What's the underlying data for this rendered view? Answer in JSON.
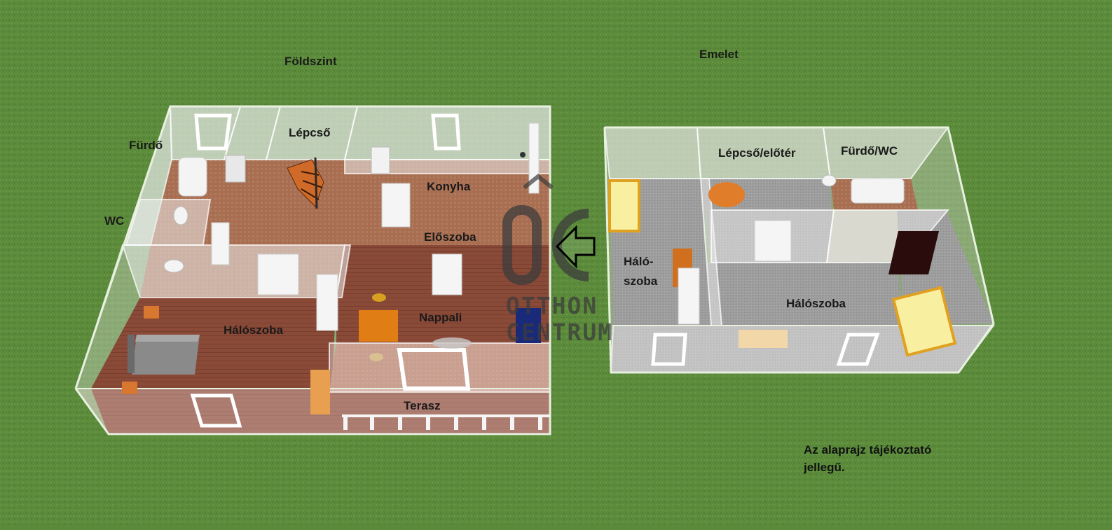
{
  "floors": {
    "ground": {
      "title": "Földszint",
      "rooms": {
        "furdo": "Fürdő",
        "wc": "WC",
        "lepcso": "Lépcső",
        "konyha": "Konyha",
        "eloszoba": "Előszoba",
        "haloszoba": "Hálószoba",
        "nappali": "Nappali",
        "terasz": "Terasz"
      }
    },
    "upper": {
      "title": "Emelet",
      "rooms": {
        "lepcso_eloter": "Lépcső/előtér",
        "furdo_wc": "Fürdő/WC",
        "haloszoba_small_line1": "Háló-",
        "haloszoba_small_line2": "szoba",
        "haloszoba_large": "Hálószoba"
      }
    }
  },
  "watermark": {
    "logo": "ÔC",
    "line1": "OTTHON",
    "line2": "CENTRUM"
  },
  "note": {
    "line1": "Az alaprajz tájékoztató",
    "line2": "jellegű."
  },
  "arrow_icon": "left-arrow-icon",
  "colors": {
    "grass": "#5a8a3a",
    "wood_floor": "#8b4a3a",
    "tile_floor": "#b07a5a",
    "grey_floor": "#a8a8a8",
    "wall": "#dcdcdc"
  }
}
